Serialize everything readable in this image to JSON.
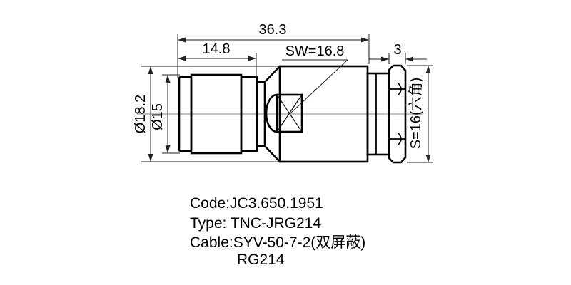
{
  "drawing": {
    "dims": {
      "overall": "36.3",
      "knurl_len": "14.8",
      "sw": "SW=16.8",
      "nut_w": "3",
      "dia_outer": "Ø18.2",
      "dia_knurl": "Ø15",
      "hex": "S=16(六角)"
    },
    "notes": {
      "code": "Code:JC3.650.1951",
      "type": "Type: TNC-JRG214",
      "cable": "Cable:SYV-50-7-2(双屏蔽)",
      "cable_alt": "RG214"
    },
    "colors": {
      "outline": "#000000",
      "dimension": "#222222",
      "centerline": "#888888",
      "background": "#ffffff"
    }
  }
}
